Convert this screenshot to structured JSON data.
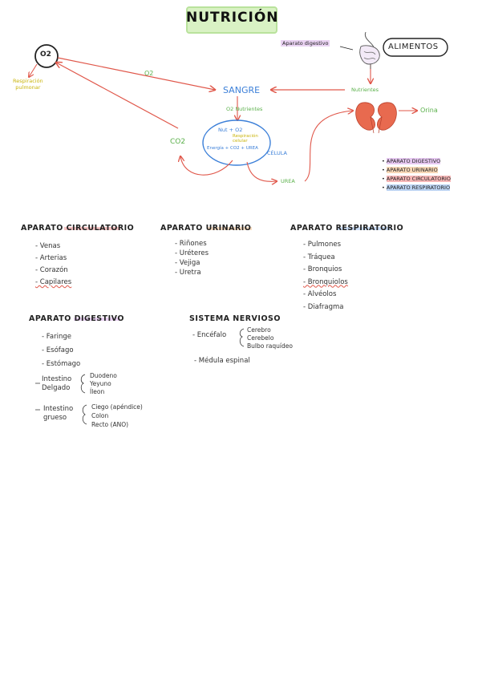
{
  "title": "NUTRICIÓN",
  "diagram": {
    "o2_circle": "O2",
    "respiracion_pulmonar": [
      "Respiración",
      "pulmonar"
    ],
    "o2_arrow": "O2",
    "sangre": "SANGRE",
    "aparato_digestivo": "Aparato digestivo",
    "alimentos": "ALIMENTOS",
    "nutrientes_right": "Nutrientes",
    "o2_nutrientes": "O2  Nutrientes",
    "cell_nut": "Nut + O2",
    "cell_resp": [
      "Respiración",
      "celular"
    ],
    "cell_energy": "Energía + CO2 + UREA",
    "celula": "CÉLULA",
    "co2": "CO2",
    "urea": "UREA",
    "orina": "Orina"
  },
  "legend": [
    {
      "label": "APARATO DIGESTIVO",
      "color": "#e7c9f2"
    },
    {
      "label": "APARATO URINARIO",
      "color": "#f7d7b7"
    },
    {
      "label": "APARATO CIRCULATORIO",
      "color": "#f6b7b7"
    },
    {
      "label": "APARATO RESPIRATORIO",
      "color": "#bcd3f2"
    }
  ],
  "sections": {
    "circulatorio": {
      "title": "APARATO CIRCULATORIO",
      "items": [
        "- Venas",
        "- Arterias",
        "- Corazón",
        "- Capilares"
      ]
    },
    "urinario": {
      "title": "APARATO URINARIO",
      "items": [
        "- Riñones",
        "- Uréteres",
        "- Vejiga",
        "- Uretra"
      ]
    },
    "respiratorio": {
      "title": "APARATO RESPIRATORIO",
      "items": [
        "- Pulmones",
        "- Tráquea",
        "- Bronquios",
        "- Bronquiolos",
        "- Alvéolos",
        "- Diafragma"
      ]
    },
    "digestivo": {
      "title": "APARATO DIGESTIVO",
      "items": [
        "- Faringe",
        "- Esófago",
        "- Estómago"
      ],
      "delgado_label": [
        "Intestino",
        "Delgado"
      ],
      "delgado_parts": [
        "Duodeno",
        "Yeyuno",
        "Íleon"
      ],
      "grueso_label": [
        "Intestino",
        "grueso"
      ],
      "grueso_parts": [
        "Ciego (apéndice)",
        "Colon",
        "Recto (ANO)"
      ]
    },
    "nervioso": {
      "title": "SISTEMA NERVIOSO",
      "encefalo": "- Encéfalo",
      "encefalo_parts": [
        "Cerebro",
        "Cerebelo",
        "Bulbo raquídeo"
      ],
      "medula": "- Médula espinal"
    }
  },
  "colors": {
    "red": "#e0574a",
    "blue": "#3b7fd8",
    "green": "#5ab04a",
    "yellow": "#c9b40a"
  }
}
